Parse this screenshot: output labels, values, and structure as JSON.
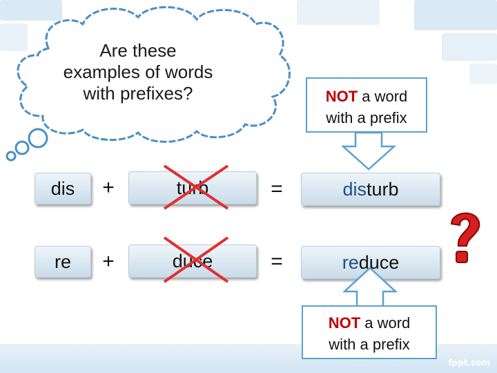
{
  "cloud": {
    "line1": "Are these",
    "line2": "examples of words",
    "line3": "with prefixes?"
  },
  "rows": [
    {
      "prefix": "dis",
      "plus": "+",
      "root": "turb",
      "equals": "=",
      "result_prefix": "dis",
      "result_rest": "turb"
    },
    {
      "prefix": "re",
      "plus": "+",
      "root": "duce",
      "equals": "=",
      "result_prefix": "re",
      "result_rest": "duce"
    }
  ],
  "note_top": {
    "bold": "NOT",
    "rest1": " a word",
    "line2": "with a prefix"
  },
  "note_bottom": {
    "bold": "NOT",
    "rest1": " a word",
    "line2": "with a prefix"
  },
  "watermark": "fppt.com",
  "colors": {
    "cross": "#e03030",
    "note_border": "#5aa0cf",
    "not_text": "#c00000",
    "cloud_outline": "#4a8fc4"
  }
}
